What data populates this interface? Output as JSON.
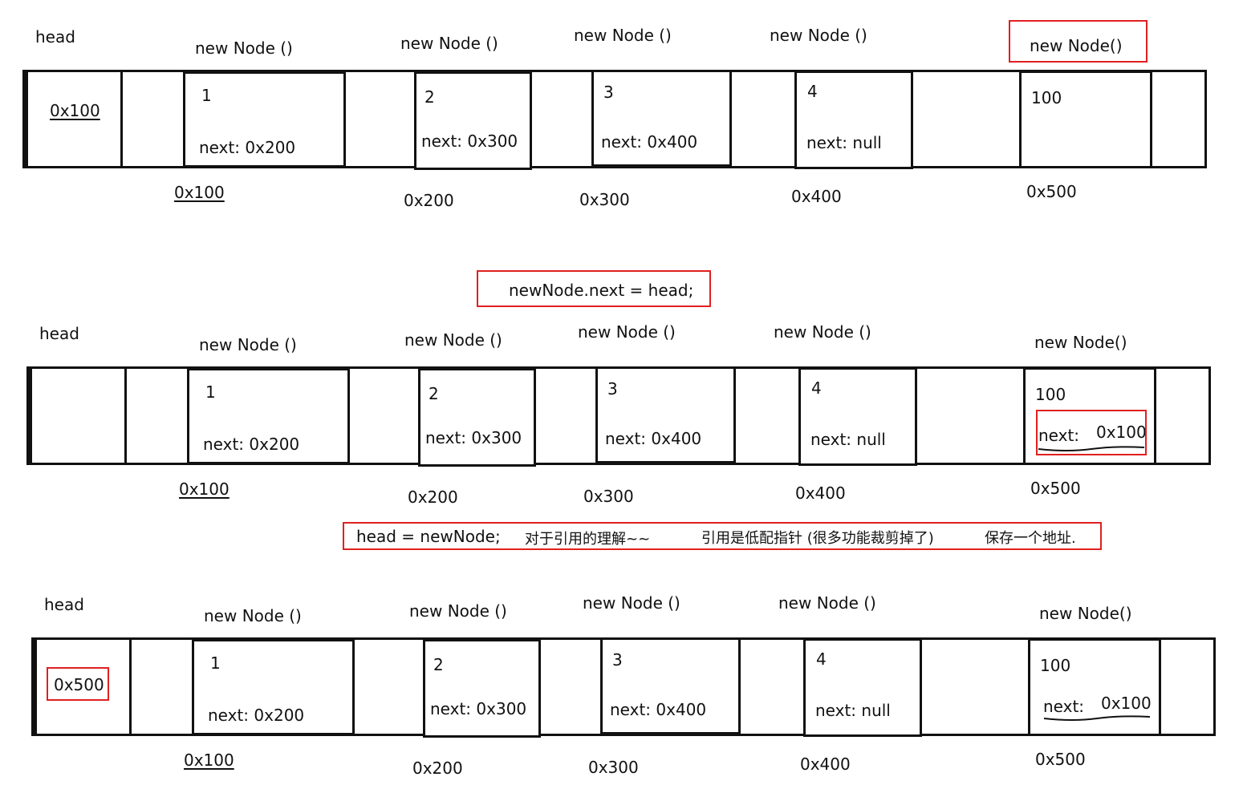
{
  "rows": [
    {
      "head_label": "head",
      "head_value": "0x100",
      "nodes": [
        {
          "title": "new Node ()",
          "value": "1",
          "next": "next: 0x200",
          "address": "0x100"
        },
        {
          "title": "new Node ()",
          "value": "2",
          "next": "next: 0x300",
          "address": "0x200"
        },
        {
          "title": "new Node ()",
          "value": "3",
          "next": "next: 0x400",
          "address": "0x300"
        },
        {
          "title": "new Node ()",
          "value": "4",
          "next": "next: null",
          "address": "0x400"
        },
        {
          "title": "new Node()",
          "value": "100",
          "next": "",
          "address": "0x500"
        }
      ]
    },
    {
      "head_label": "head",
      "head_value": "",
      "annotation": "newNode.next = head;",
      "nodes": [
        {
          "title": "new Node ()",
          "value": "1",
          "next": "next: 0x200",
          "address": "0x100"
        },
        {
          "title": "new Node ()",
          "value": "2",
          "next": "next: 0x300",
          "address": "0x200"
        },
        {
          "title": "new Node ()",
          "value": "3",
          "next": "next: 0x400",
          "address": "0x300"
        },
        {
          "title": "new Node ()",
          "value": "4",
          "next": "next: null",
          "address": "0x400"
        },
        {
          "title": "new Node()",
          "value": "100",
          "next_key": "next:",
          "next_val": "0x100",
          "address": "0x500"
        }
      ]
    },
    {
      "head_label": "head",
      "head_value": "0x500",
      "annotation": {
        "code": "head = newNode;",
        "note1": "对于引用的理解~~",
        "note2": "引用是低配指针 (很多功能裁剪掉了)",
        "note3": "保存一个地址."
      },
      "nodes": [
        {
          "title": "new Node ()",
          "value": "1",
          "next": "next: 0x200",
          "address": "0x100"
        },
        {
          "title": "new Node ()",
          "value": "2",
          "next": "next: 0x300",
          "address": "0x200"
        },
        {
          "title": "new Node ()",
          "value": "3",
          "next": "next: 0x400",
          "address": "0x300"
        },
        {
          "title": "new Node ()",
          "value": "4",
          "next": "next: null",
          "address": "0x400"
        },
        {
          "title": "new Node()",
          "value": "100",
          "next_key": "next:",
          "next_val": "0x100",
          "address": "0x500"
        }
      ]
    }
  ],
  "colors": {
    "highlight": "#e02020",
    "stroke": "#111111"
  }
}
